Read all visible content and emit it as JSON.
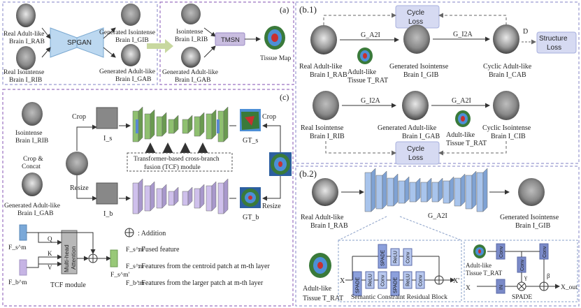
{
  "panel_a": {
    "label": "(a)",
    "real_adult": [
      "Real Adult-like",
      "Brain I_RAB"
    ],
    "real_iso": [
      "Real Isointense",
      "Brain I_RIB"
    ],
    "spgan": "SPGAN",
    "gen_iso": [
      "Generated Isointense",
      "Brain I_GIB"
    ],
    "gen_adult": [
      "Generated Adult-like",
      "Brain I_GAB"
    ],
    "iso_in": [
      "Isointense",
      "Brain I_RIB"
    ],
    "gen_adult_in": [
      "Generated Adult-like",
      "Brain I_GAB"
    ],
    "tmsn": "TMSN",
    "tissue_map": "Tissue Map"
  },
  "panel_b1": {
    "label": "(b.1)",
    "cycle_loss": [
      "Cycle",
      "Loss"
    ],
    "structure_loss": [
      "Structure",
      "Loss"
    ],
    "g_a2i": "G_A2I",
    "g_i2a": "G_I2A",
    "d": "D",
    "real_adult": [
      "Real Adult-like",
      "Brain I_RAB"
    ],
    "adult_tissue": [
      "Adult-like",
      "Tissue T_RAT"
    ],
    "gen_iso": [
      "Generated Isointense",
      "Brain I_GIB"
    ],
    "cyclic_adult": [
      "Cyclic Adult-like",
      "Brain I_CAB"
    ],
    "real_iso": [
      "Real Isointense",
      "Brain I_RIB"
    ],
    "gen_adult": [
      "Generated Adult-like",
      "Brain I_GAB"
    ],
    "adult_tissue2": [
      "Adult-like",
      "Tissue T_RAT"
    ],
    "cyclic_iso": [
      "Cyclic Isointense",
      "Brain I_CIB"
    ]
  },
  "panel_c": {
    "label": "(c)",
    "iso_brain": [
      "Isointense",
      "Brain I_RIB"
    ],
    "crop_concat": [
      "Crop &",
      "Concat"
    ],
    "gen_adult": [
      "Generated Adult-like",
      "Brain I_GAB"
    ],
    "crop": "Crop",
    "resize": "Resize",
    "is": "I_s",
    "ib": "I_b",
    "gts": "GT_s",
    "gtb": "GT_b",
    "tcf": [
      "Transformer-based cross-branch",
      "fusion (TCF) module"
    ],
    "q": "Q",
    "k": "K",
    "v": "V",
    "mha": [
      "Multi-head",
      "Attention"
    ],
    "fs": "F_s^m",
    "fb": "F_b^m",
    "fout": "F_s^m'",
    "tcf_module": "TCF module",
    "legend_add": ": Addition",
    "legend_fused": ": Fused feature",
    "legend_centroid": ": Features from the centroid patch at m-th layer",
    "legend_larger": ": Features from the larger patch at m-th layer"
  },
  "panel_b2": {
    "label": "(b.2)",
    "real_adult": [
      "Real Adult-like",
      "Brain I_RAB"
    ],
    "g_a2i": "G_A2I",
    "gen_iso": [
      "Generated Isointense",
      "Brain I_GIB"
    ],
    "adult_tissue": [
      "Adult-like",
      "Tissue T_RAT"
    ],
    "x": "X",
    "xp": "X'",
    "spade": "SPADE",
    "relu": "ReLU",
    "conv": "Conv",
    "scrb": "Semantic Constraint Residual Block",
    "tissue_in": [
      "Adult-like",
      "Tissue T_RAT"
    ],
    "x_in": "X",
    "in": "IN",
    "gamma": "γ",
    "beta": "β",
    "x_out": "X_out",
    "spade_caption": "SPADE"
  }
}
